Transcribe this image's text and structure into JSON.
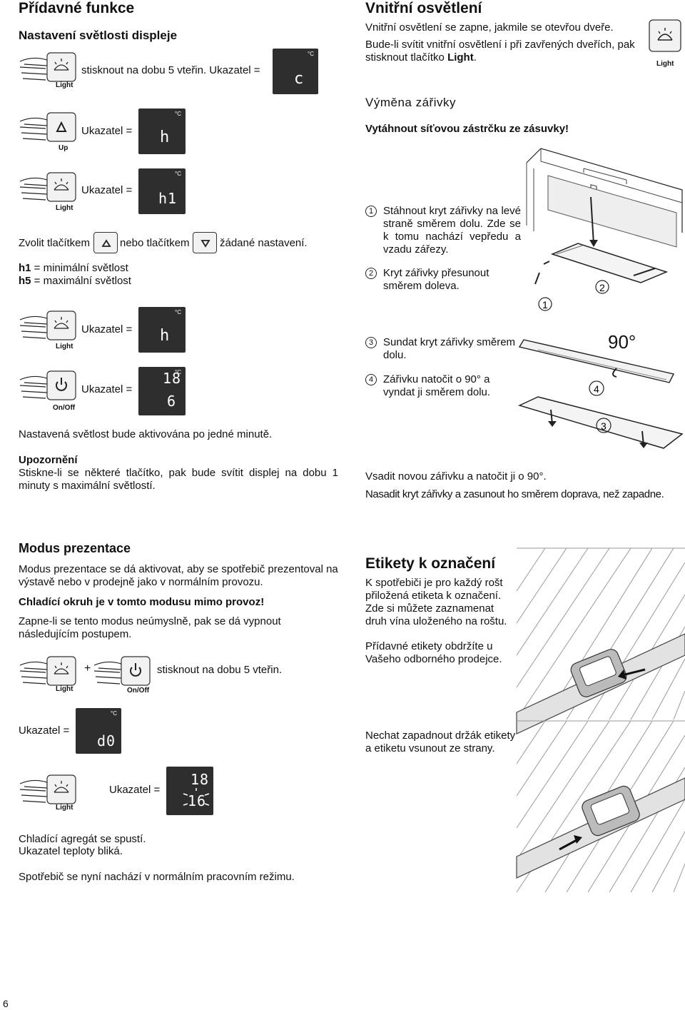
{
  "left": {
    "heading": "Přídavné funkce",
    "subheading": "Nastavení světlosti displeje",
    "row1_text": "stisknout na dobu 5 vteřin. Ukazatel =",
    "indicator_label": "Ukazatel =",
    "unit": "°C",
    "disp1": "c",
    "disp2": "h",
    "disp3": "h1",
    "disp4": "h",
    "disp5_top": "18",
    "disp5_bottom": "6",
    "select_a": "Zvolit tlačítkem",
    "select_b": "nebo tlačítkem",
    "select_c": "žádané nastavení.",
    "h1_key": "h1",
    "h1_text": " = minimální světlost",
    "h5_key": "h5",
    "h5_text": " = maximální světlost",
    "activated": "Nastavená světlost bude aktivována po jedné minutě.",
    "warning_title": "Upozornění",
    "warning_text": "Stiskne-li se některé tlačítko, pak bude svítit displej na dobu 1 minuty s maximální světlostí."
  },
  "buttons": {
    "light": "Light",
    "up": "Up",
    "onoff": "On/Off"
  },
  "right": {
    "heading": "Vnitřní osvětlení",
    "p1": "Vnitřní osvětlení se zapne, jakmile se otevřou dveře.",
    "p2a": "Bude-li svítit vnitřní osvětlení i při zavřených dveřích, pak stisknout tlačítko ",
    "p2b": "Light",
    "p2c": ".",
    "light_button": "Light",
    "sub": "Výměna zářivky",
    "unplug": "Vytáhnout síťovou zástrčku ze zásuvky!",
    "steps": [
      {
        "num": "1",
        "text": "Stáhnout kryt zářivky na levé straně směrem dolu. Zde se k tomu nachází vepředu a vzadu zářezy."
      },
      {
        "num": "2",
        "text": "Kryt zářivky přesunout směrem doleva."
      },
      {
        "num": "3",
        "text": "Sundat kryt zářivky směrem dolu."
      },
      {
        "num": "4",
        "text": "Zářivku natočit o 90° a vyndat ji směrem dolu."
      }
    ],
    "deg": "90°",
    "final1": "Vsadit novou zářivku a natočit ji o 90°.",
    "final2": "Nasadit kryt zářivky a zasunout ho směrem doprava, než zapadne."
  },
  "presentation": {
    "heading": "Modus prezentace",
    "p1": "Modus prezentace se dá aktivovat, aby se spotřebič prezentoval na výstavě nebo v prodejně jako v normálním provozu.",
    "p2": "Chladící okruh je v tomto modusu mimo provoz!",
    "p3": "Zapne-li se tento modus neúmyslně, pak se dá vypnout následujícím postupem.",
    "plus": "+",
    "press": "stisknout na dobu 5 vteřin.",
    "indicator_label": "Ukazatel =",
    "disp_d0": "d0",
    "disp_top": "18",
    "disp_bottom": "16",
    "after1": "Chladící agregát se spustí.",
    "after2": "Ukazatel teploty bliká.",
    "after3": "Spotřebič se nyní nachází v normálním pracovním režimu."
  },
  "labels": {
    "heading": "Etikety k označení",
    "p1": "K spotřebiči je pro každý rošt přiložená etiketa k označení. Zde si můžete zaznamenat druh vína uloženého na roštu.",
    "p2": "Přídavné etikety obdržíte u Vašeho odborného prodejce.",
    "p3": "Nechat zapadnout držák etikety a etiketu vsunout ze strany."
  },
  "page_number": "6"
}
